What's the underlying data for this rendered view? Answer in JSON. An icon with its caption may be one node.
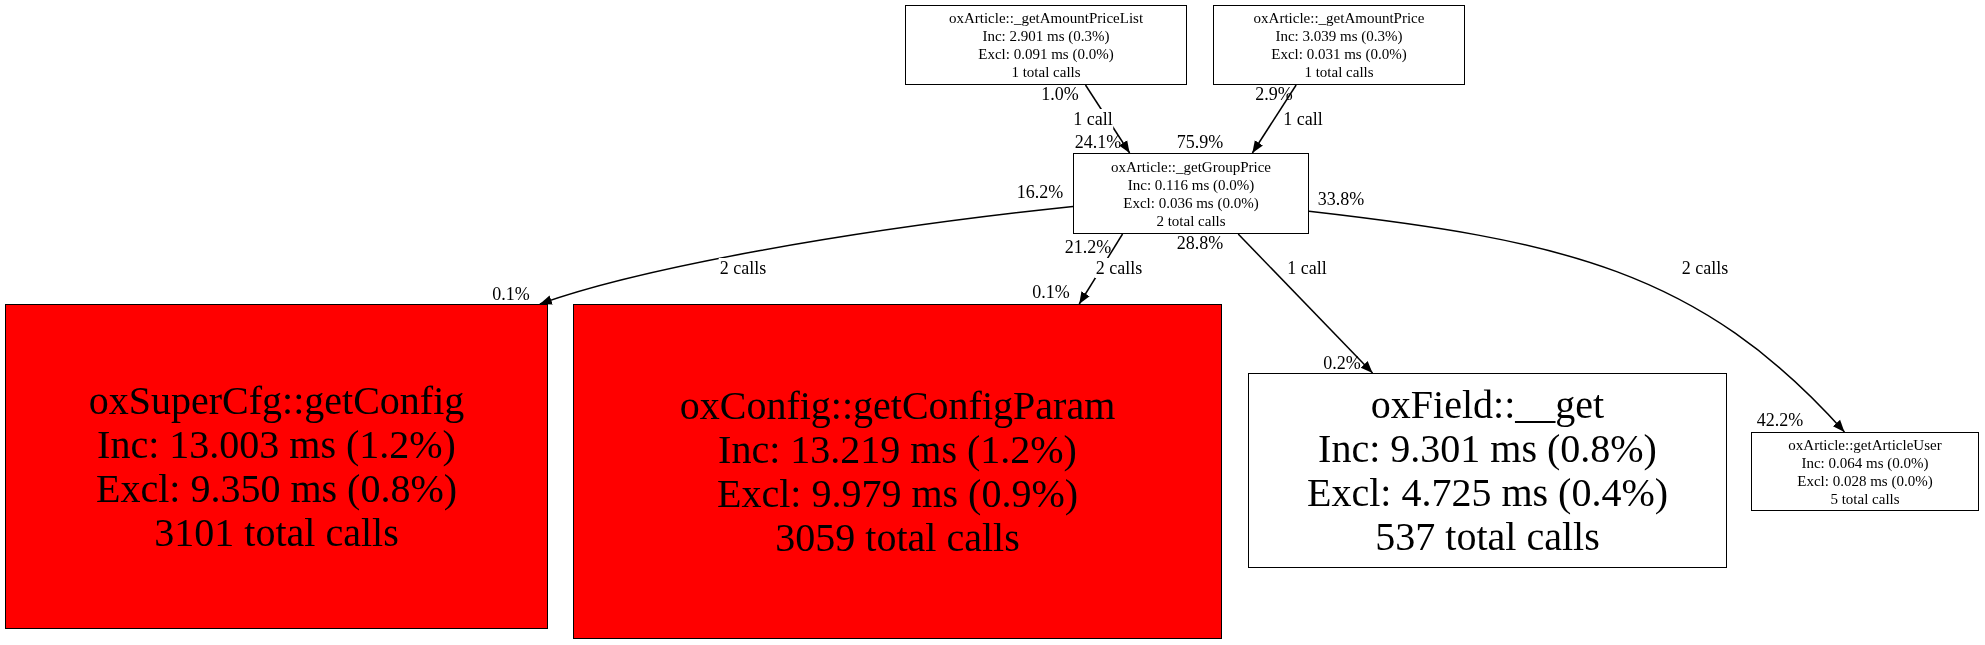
{
  "diagram": {
    "nodes": [
      {
        "text": [
          "oxArticle::_getAmountPriceList",
          "Inc: 2.901 ms (0.3%)",
          "Excl: 0.091 ms (0.0%)",
          "1 total calls"
        ]
      },
      {
        "text": [
          "oxArticle::_getAmountPrice",
          "Inc: 3.039 ms (0.3%)",
          "Excl: 0.031 ms (0.0%)",
          "1 total calls"
        ]
      },
      {
        "text": [
          "oxArticle::_getGroupPrice",
          "Inc: 0.116 ms (0.0%)",
          "Excl: 0.036 ms (0.0%)",
          "2 total calls"
        ]
      },
      {
        "text": [
          "oxSuperCfg::getConfig",
          "Inc: 13.003 ms (1.2%)",
          "Excl: 9.350 ms (0.8%)",
          "3101 total calls"
        ]
      },
      {
        "text": [
          "oxConfig::getConfigParam",
          "Inc: 13.219 ms (1.2%)",
          "Excl: 9.979 ms (0.9%)",
          "3059 total calls"
        ]
      },
      {
        "text": [
          "oxField::__get",
          "Inc: 9.301 ms (0.8%)",
          "Excl: 4.725 ms (0.4%)",
          "537 total calls"
        ]
      },
      {
        "text": [
          "oxArticle::getArticleUser",
          "Inc: 0.064 ms (0.0%)",
          "Excl: 0.028 ms (0.0%)",
          "5 total calls"
        ]
      }
    ],
    "edges": [
      {
        "from": 0,
        "to": 2,
        "arrow": "to",
        "label": "1 call"
      },
      {
        "from": 1,
        "to": 2,
        "arrow": "to",
        "label": "1 call"
      },
      {
        "from": 2,
        "to": 3,
        "arrow": "to",
        "label": "2 calls"
      },
      {
        "from": 2,
        "to": 4,
        "arrow": "to",
        "label": "2 calls"
      },
      {
        "from": 2,
        "to": 5,
        "arrow": "to",
        "label": "1 call"
      },
      {
        "from": 2,
        "to": 6,
        "arrow": "to",
        "label": "2 calls"
      }
    ],
    "labels": [
      "1.0%",
      "2.9%",
      "24.1%",
      "75.9%",
      "16.2%",
      "33.8%",
      "21.2%",
      "28.8%",
      "0.1%",
      "0.1%",
      "0.2%",
      "42.2%"
    ]
  }
}
